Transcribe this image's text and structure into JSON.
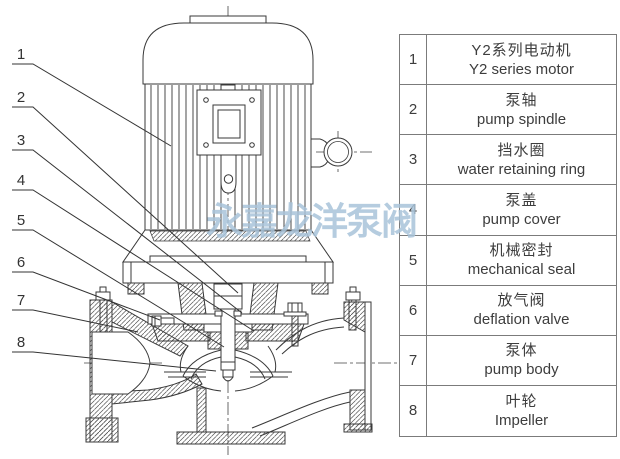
{
  "watermark": "永嘉龙洋泵阀",
  "drawing": {
    "description": "vertical pipeline pump cross-section",
    "callouts": [
      "1",
      "2",
      "3",
      "4",
      "5",
      "6",
      "7",
      "8"
    ]
  },
  "parts_table": {
    "rows": [
      {
        "no": "1",
        "cn": "Y2系列电动机",
        "en": "Y2 series motor"
      },
      {
        "no": "2",
        "cn": "泵轴",
        "en": "pump spindle"
      },
      {
        "no": "3",
        "cn": "挡水圈",
        "en": "water retaining ring"
      },
      {
        "no": "4",
        "cn": "泵盖",
        "en": "pump cover"
      },
      {
        "no": "5",
        "cn": "机械密封",
        "en": "mechanical seal"
      },
      {
        "no": "6",
        "cn": "放气阀",
        "en": "deflation valve"
      },
      {
        "no": "7",
        "cn": "泵体",
        "en": "pump body"
      },
      {
        "no": "8",
        "cn": "叶轮",
        "en": "Impeller"
      }
    ]
  },
  "colors": {
    "line": "#383838",
    "table_border": "#7b7b7b",
    "text": "#3d3d3d",
    "watermark": "#a9c4da"
  }
}
